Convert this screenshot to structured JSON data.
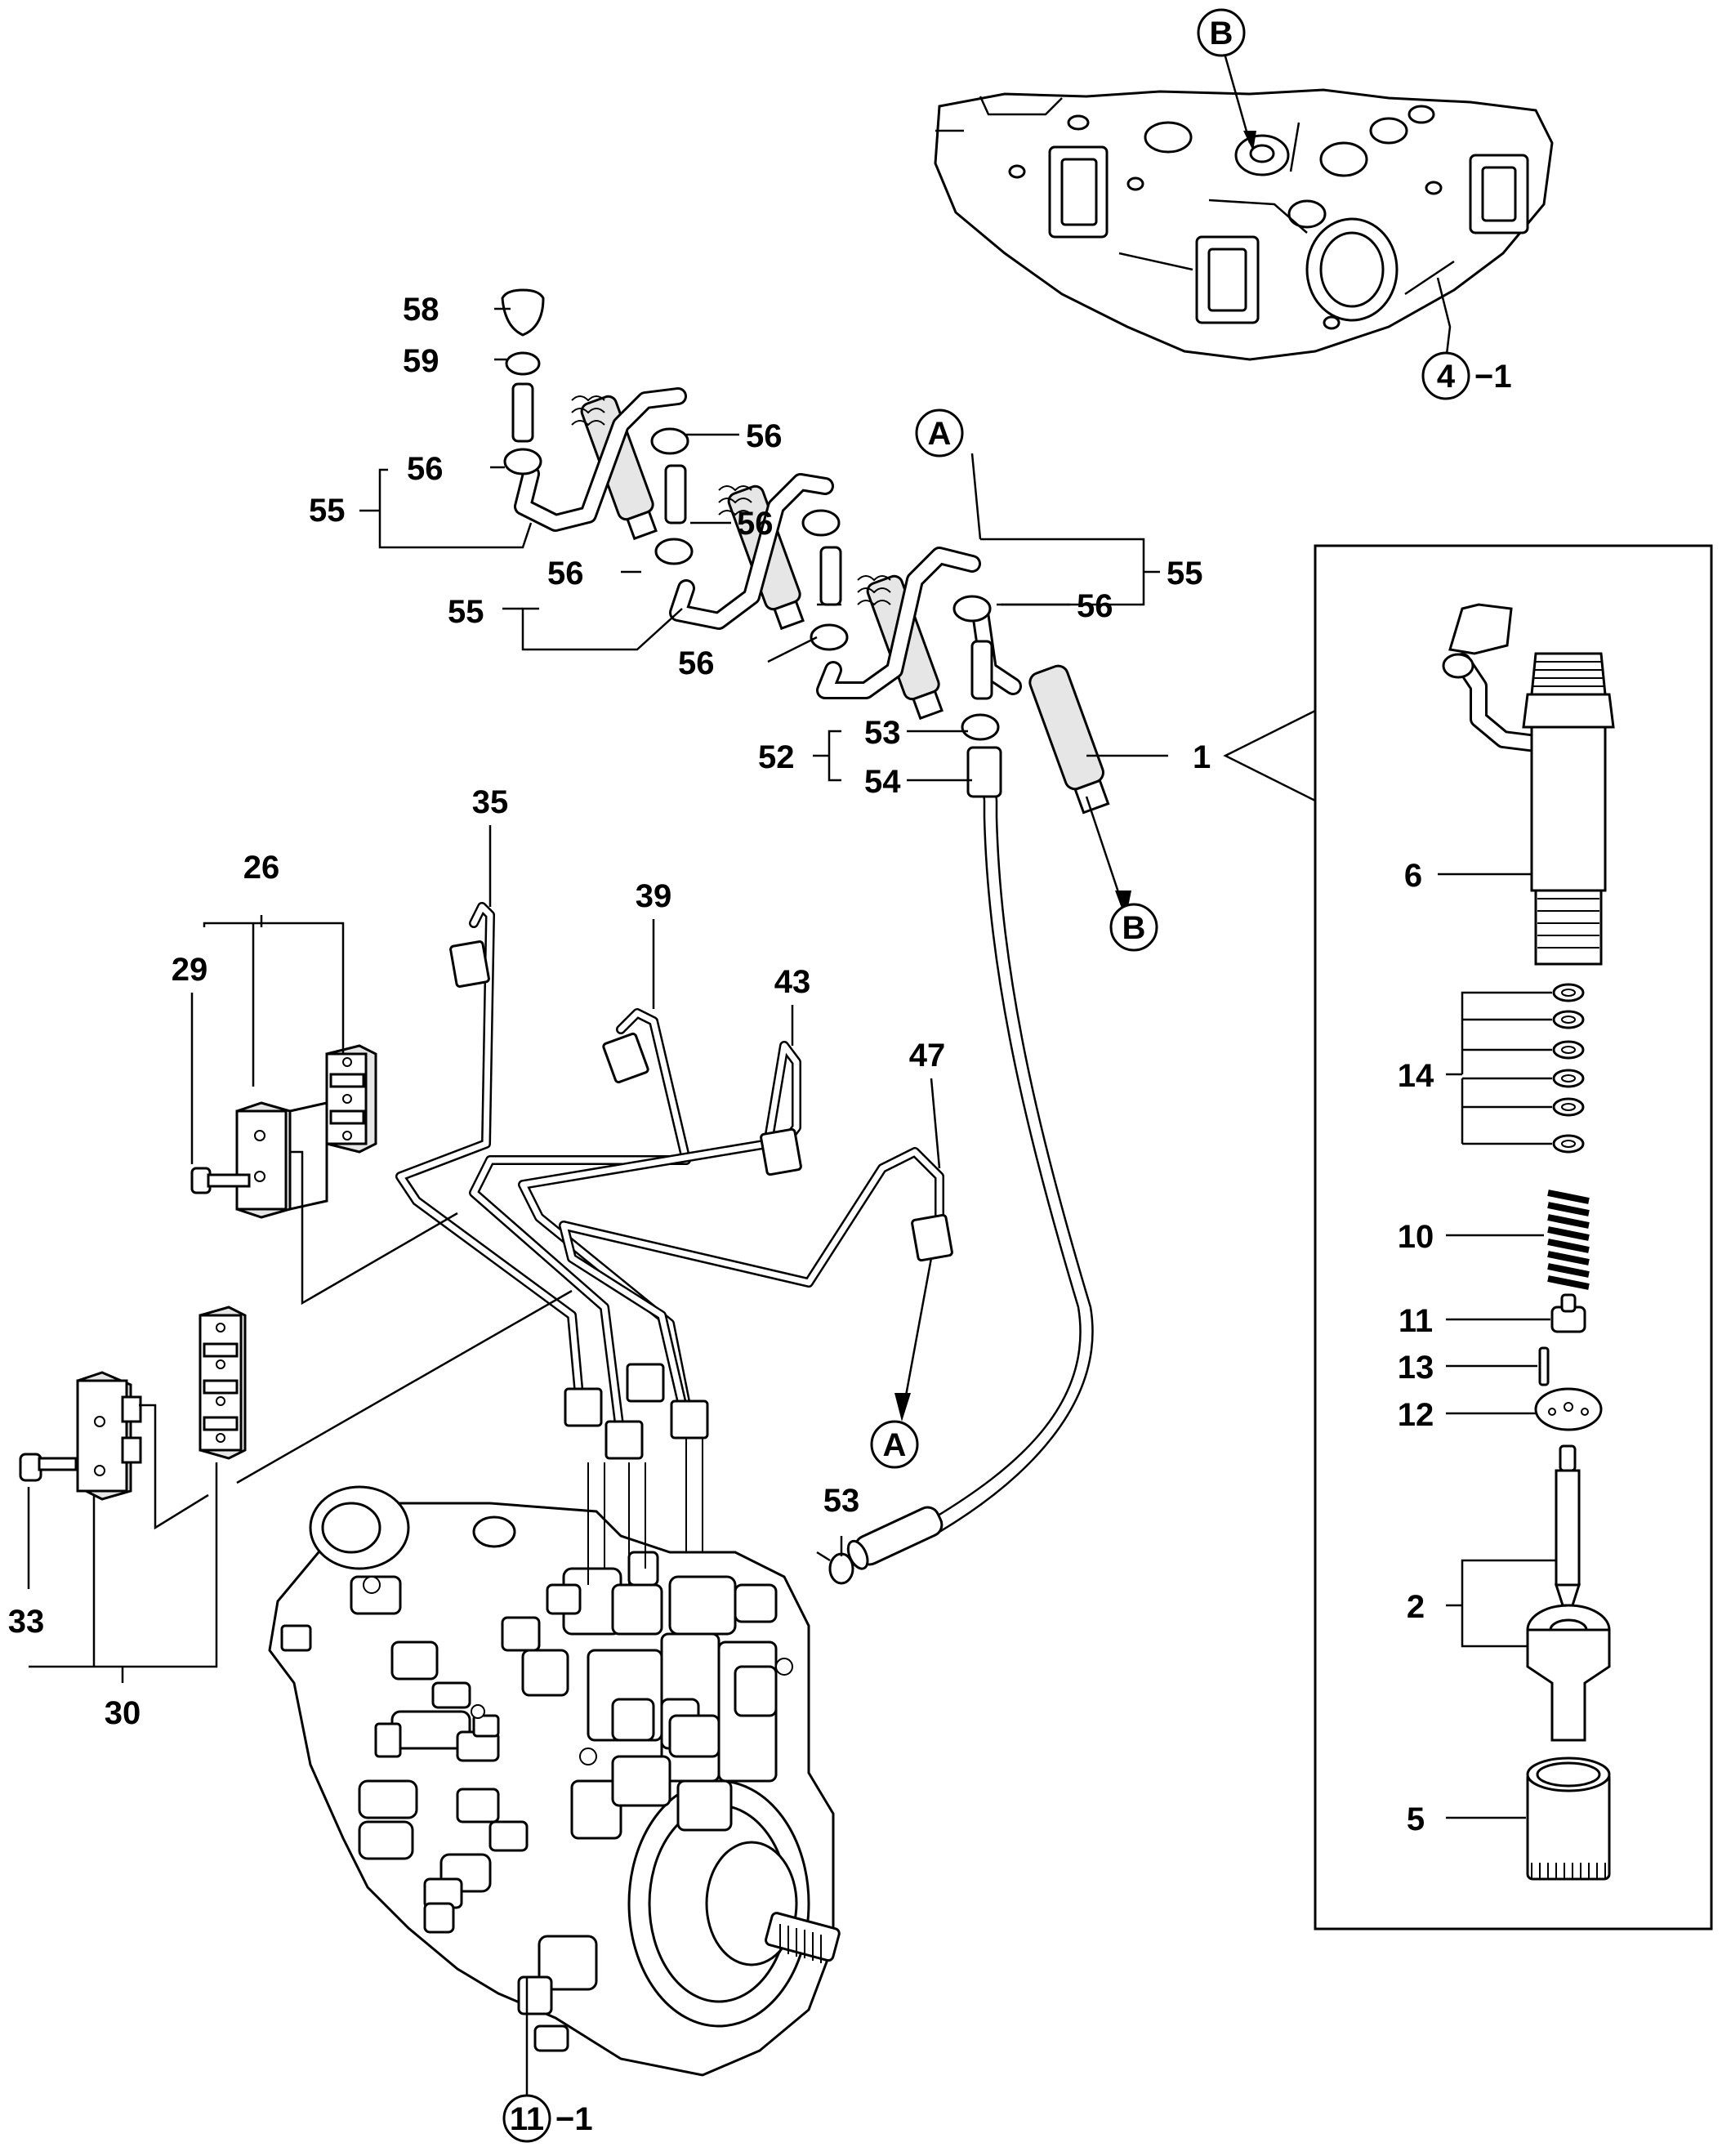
{
  "callouts": {
    "c1": "1",
    "c2": "2",
    "c5": "5",
    "c6": "6",
    "c10": "10",
    "c11": "11",
    "c12": "12",
    "c13": "13",
    "c14": "14",
    "c26": "26",
    "c29": "29",
    "c30": "30",
    "c33": "33",
    "c35": "35",
    "c39": "39",
    "c43": "43",
    "c47": "47",
    "c52": "52",
    "c53a": "53",
    "c53b": "53",
    "c54": "54",
    "c55a": "55",
    "c55b": "55",
    "c55c": "55",
    "c56a": "56",
    "c56b": "56",
    "c56c": "56",
    "c56d": "56",
    "c56e": "56",
    "c56f": "56",
    "c58": "58",
    "c59": "59"
  },
  "refs": {
    "a1": "A",
    "a2": "A",
    "b1": "B",
    "b2": "B",
    "r4": "4",
    "r4suffix": "−1",
    "r11": "11",
    "r11suffix": "−1"
  },
  "colors": {
    "ink": "#000000",
    "paper": "#ffffff"
  }
}
